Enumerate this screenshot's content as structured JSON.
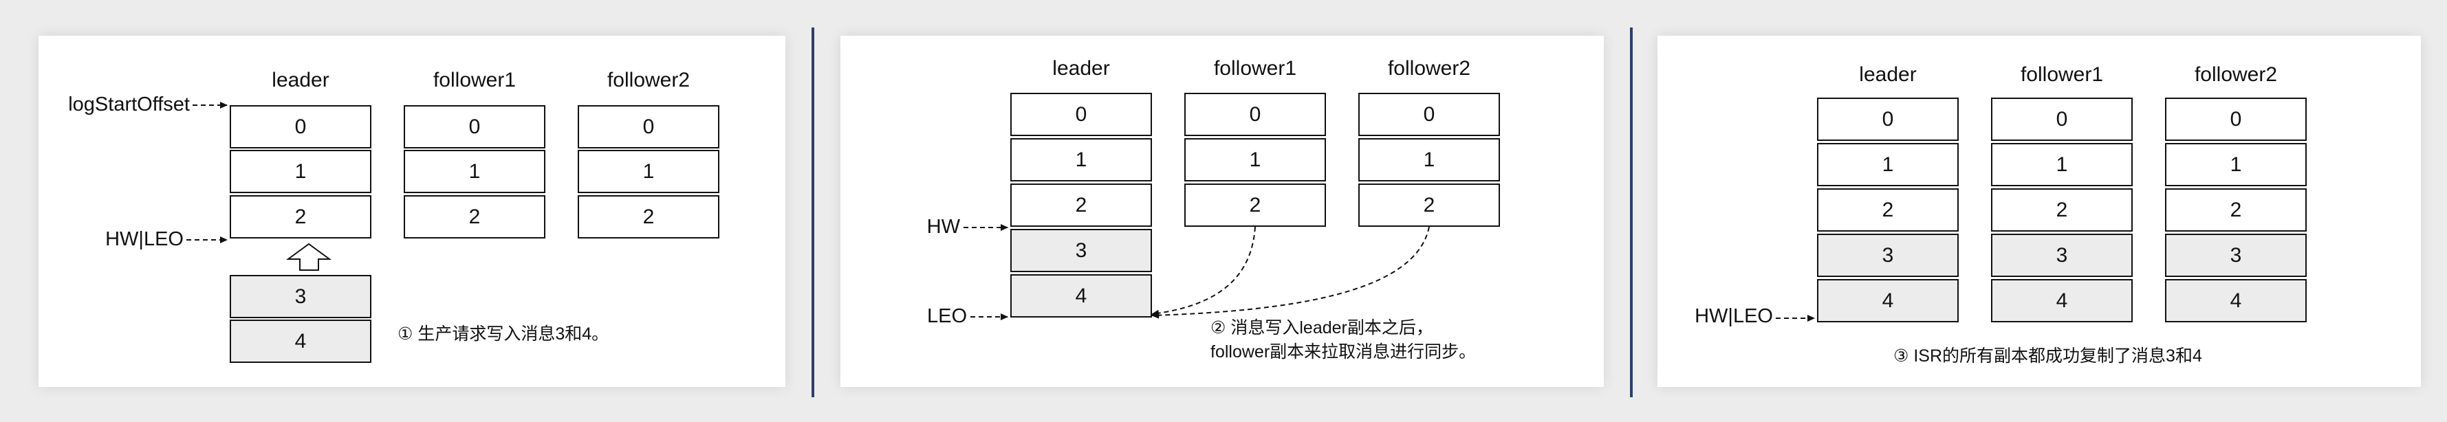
{
  "panels": [
    {
      "headers": [
        "leader",
        "follower1",
        "follower2"
      ],
      "leader_offsets": [
        "0",
        "1",
        "2"
      ],
      "follower1_offsets": [
        "0",
        "1",
        "2"
      ],
      "follower2_offsets": [
        "0",
        "1",
        "2"
      ],
      "incoming_offsets": [
        "3",
        "4"
      ],
      "label_log_start": "logStartOffset",
      "label_hw_leo": "HW|LEO",
      "caption": "① 生产请求写入消息3和4。"
    },
    {
      "headers": [
        "leader",
        "follower1",
        "follower2"
      ],
      "leader_offsets": [
        "0",
        "1",
        "2",
        "3",
        "4"
      ],
      "follower1_offsets": [
        "0",
        "1",
        "2"
      ],
      "follower2_offsets": [
        "0",
        "1",
        "2"
      ],
      "label_hw": "HW",
      "label_leo": "LEO",
      "caption_line1": "② 消息写入leader副本之后，",
      "caption_line2": "follower副本来拉取消息进行同步。"
    },
    {
      "headers": [
        "leader",
        "follower1",
        "follower2"
      ],
      "leader_offsets": [
        "0",
        "1",
        "2",
        "3",
        "4"
      ],
      "follower1_offsets": [
        "0",
        "1",
        "2",
        "3",
        "4"
      ],
      "follower2_offsets": [
        "0",
        "1",
        "2",
        "3",
        "4"
      ],
      "label_hw_leo": "HW|LEO",
      "caption": "③ ISR的所有副本都成功复制了消息3和4"
    }
  ],
  "colors": {
    "separator": "#2f3f6b",
    "new_message_fill": "#ececec",
    "cell_fill": "#ffffff",
    "border": "#111111"
  }
}
